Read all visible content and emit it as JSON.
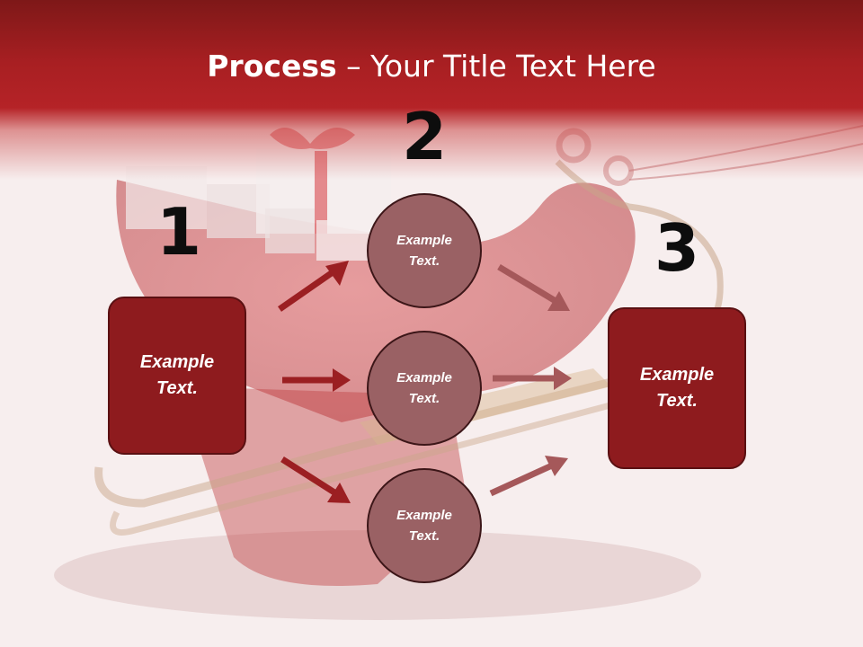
{
  "title": {
    "bold": "Process",
    "dash": " – ",
    "rest": "Your Title Text Here"
  },
  "steps": {
    "one": {
      "number": "1",
      "label_line1": "Example",
      "label_line2": "Text."
    },
    "two": {
      "number": "2",
      "circles": [
        {
          "line1": "Example",
          "line2": "Text."
        },
        {
          "line1": "Example",
          "line2": "Text."
        },
        {
          "line1": "Example",
          "line2": "Text."
        }
      ]
    },
    "three": {
      "number": "3",
      "label_line1": "Example",
      "label_line2": "Text."
    }
  },
  "colors": {
    "header": "#a81f22",
    "box_fill": "#8e1b1e",
    "circle_fill": "#9a6164",
    "arrow_dark": "#9b1f22",
    "arrow_muted": "#a5585a"
  }
}
